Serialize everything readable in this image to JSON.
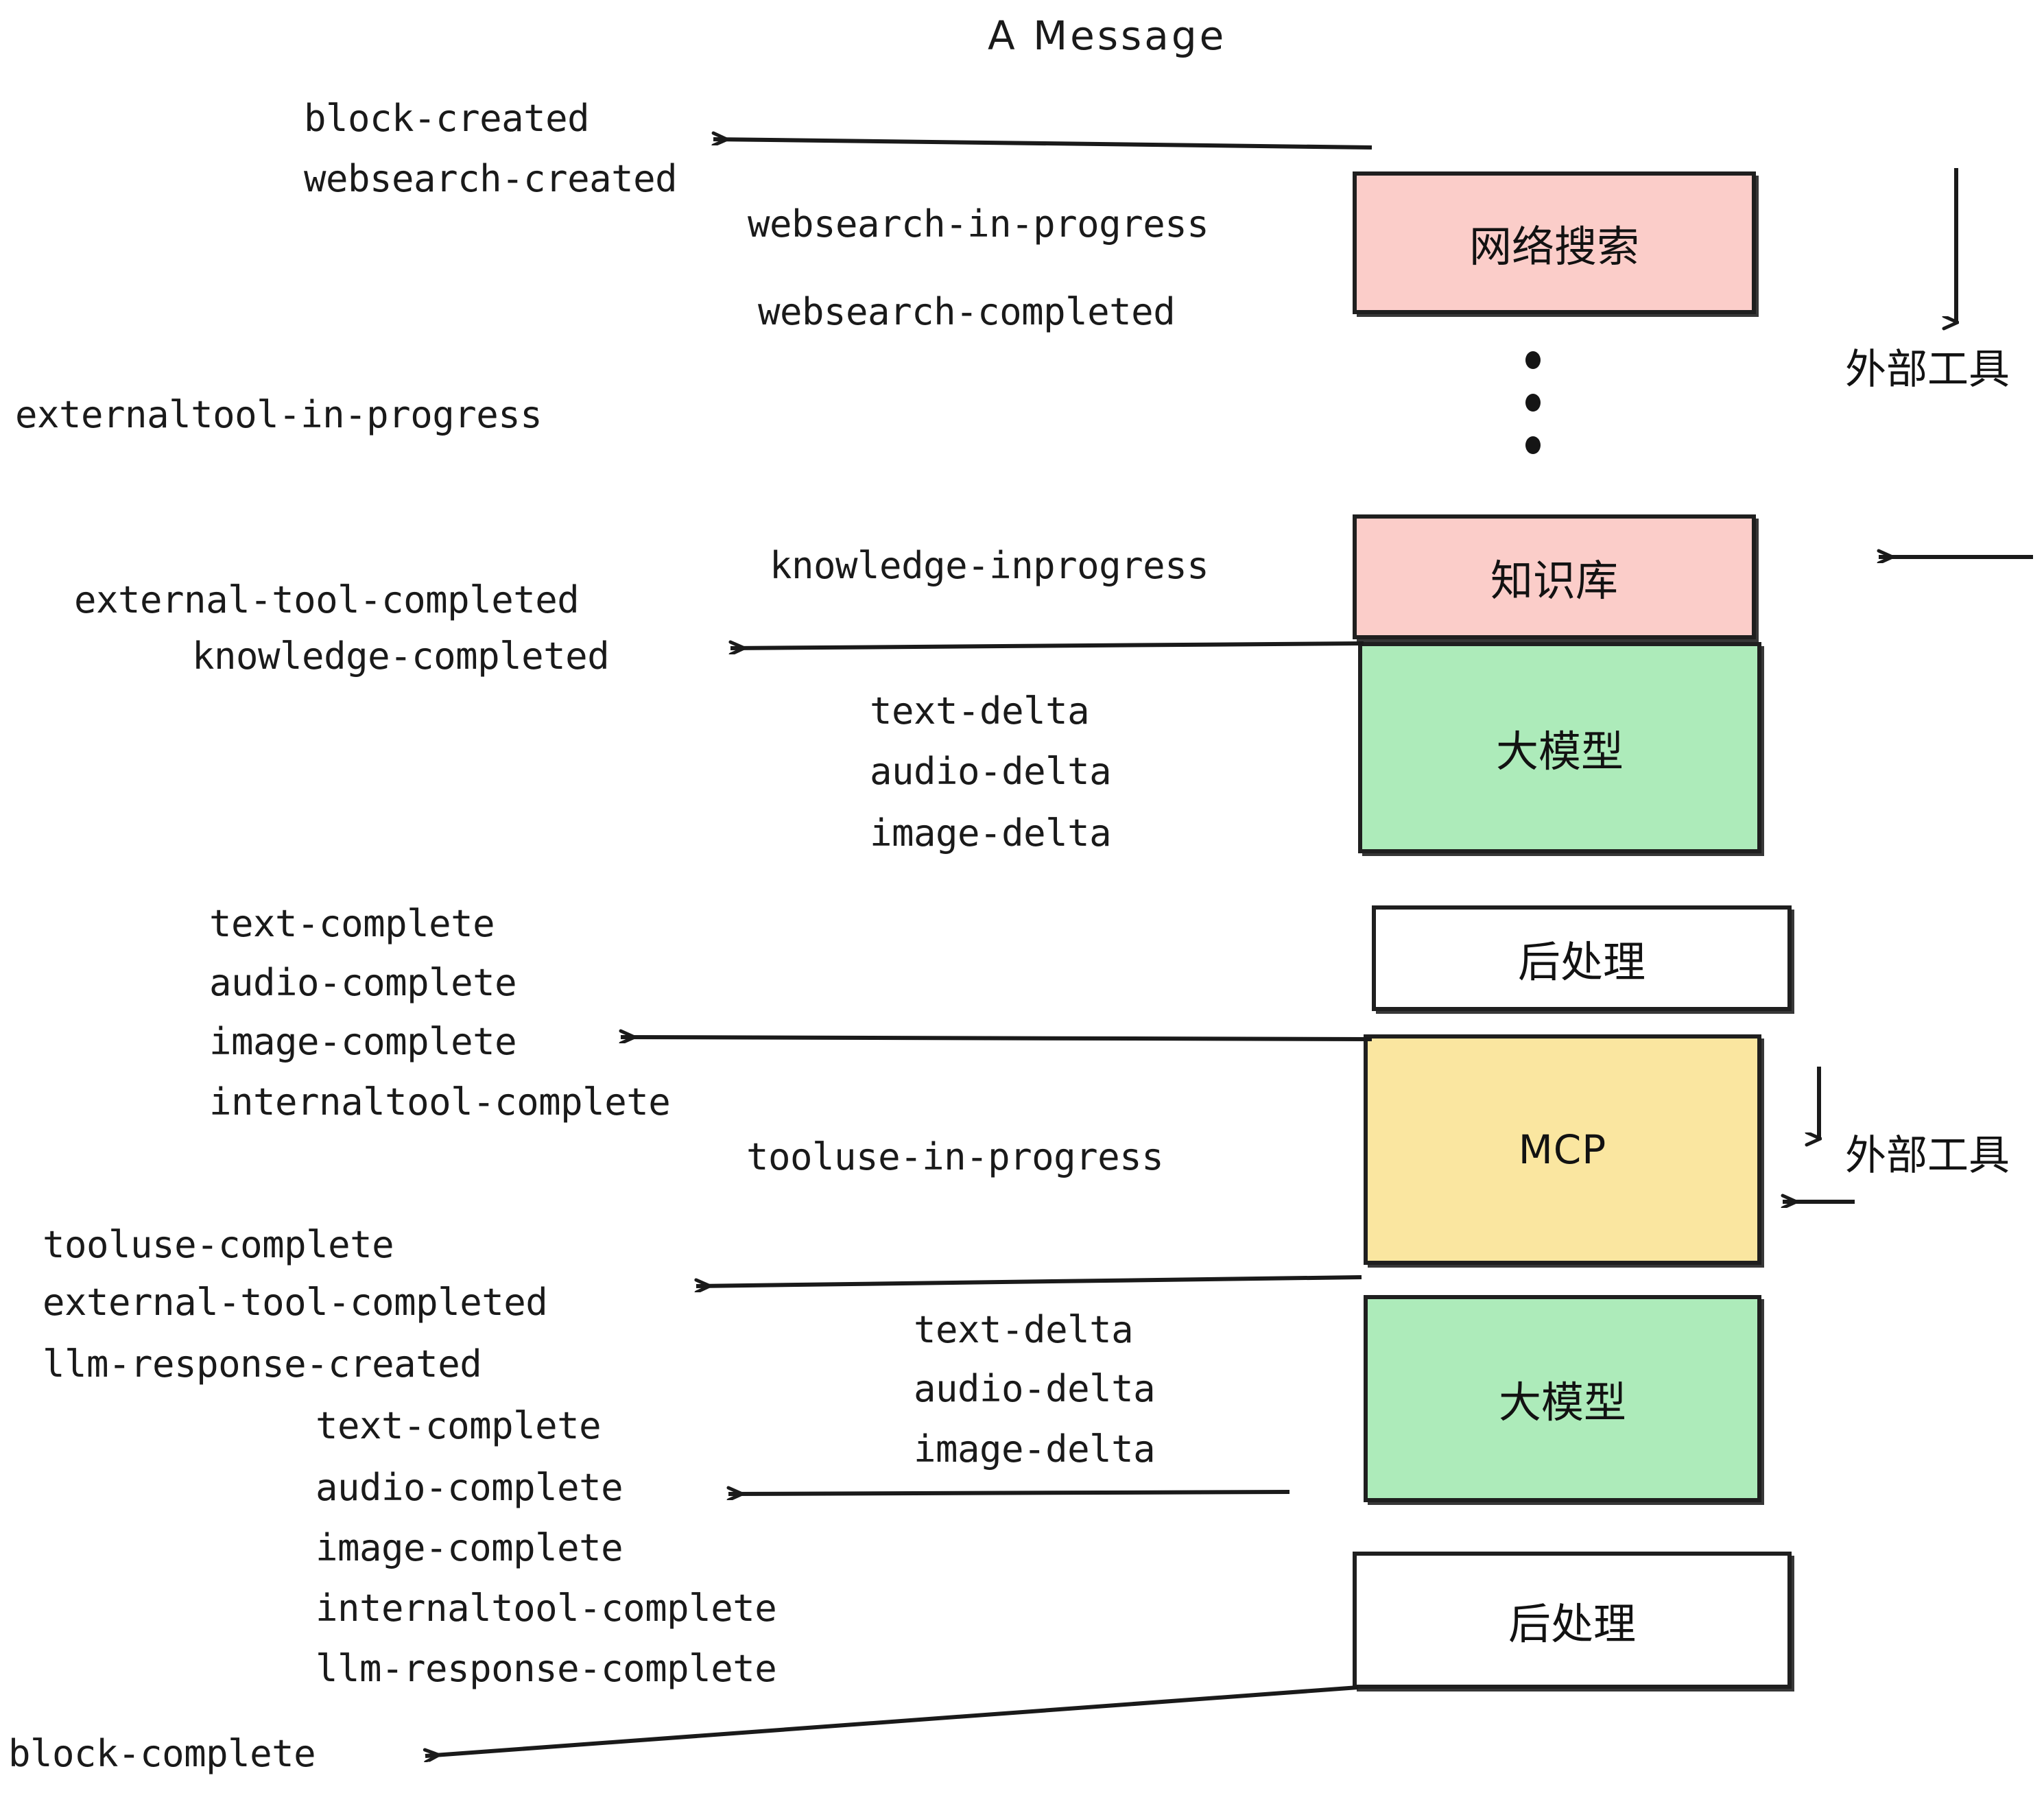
{
  "title": "A Message",
  "colors": {
    "pink": "#FBCDC9",
    "green": "#ADEBBA",
    "yellow": "#FAE6A0",
    "white": "#FFFFFF",
    "stroke": "#1F1F1F",
    "text": "#1A1A1A"
  },
  "boxes": {
    "websearch": "网络搜索",
    "knowledge": "知识库",
    "llm_1": "大模型",
    "postprocess_1": "后处理",
    "mcp": "MCP",
    "llm_2": "大模型",
    "postprocess_2": "后处理"
  },
  "side_labels": {
    "external_tool_top": "外部工具",
    "external_tool_bottom": "外部工具"
  },
  "events": {
    "block_created": "block-created",
    "websearch_created": "websearch-created",
    "websearch_in_progress": "websearch-in-progress",
    "websearch_completed": "websearch-completed",
    "externaltool_in_progress": "externaltool-in-progress",
    "knowledge_inprogress": "knowledge-inprogress",
    "external_tool_completed_1": "external-tool-completed",
    "knowledge_completed": "knowledge-completed",
    "text_delta_1": "text-delta",
    "audio_delta_1": "audio-delta",
    "image_delta_1": "image-delta",
    "text_complete_1": "text-complete",
    "audio_complete_1": "audio-complete",
    "image_complete_1": "image-complete",
    "internaltool_complete_1": "internaltool-complete",
    "tooluse_in_progress": "tooluse-in-progress",
    "tooluse_complete": "tooluse-complete",
    "external_tool_completed_2": "external-tool-completed",
    "llm_response_created": "llm-response-created",
    "text_delta_2": "text-delta",
    "audio_delta_2": "audio-delta",
    "image_delta_2": "image-delta",
    "text_complete_2": "text-complete",
    "audio_complete_2": "audio-complete",
    "image_complete_2": "image-complete",
    "internaltool_complete_2": "internaltool-complete",
    "llm_response_complete": "llm-response-complete",
    "block_complete": "block-complete"
  }
}
